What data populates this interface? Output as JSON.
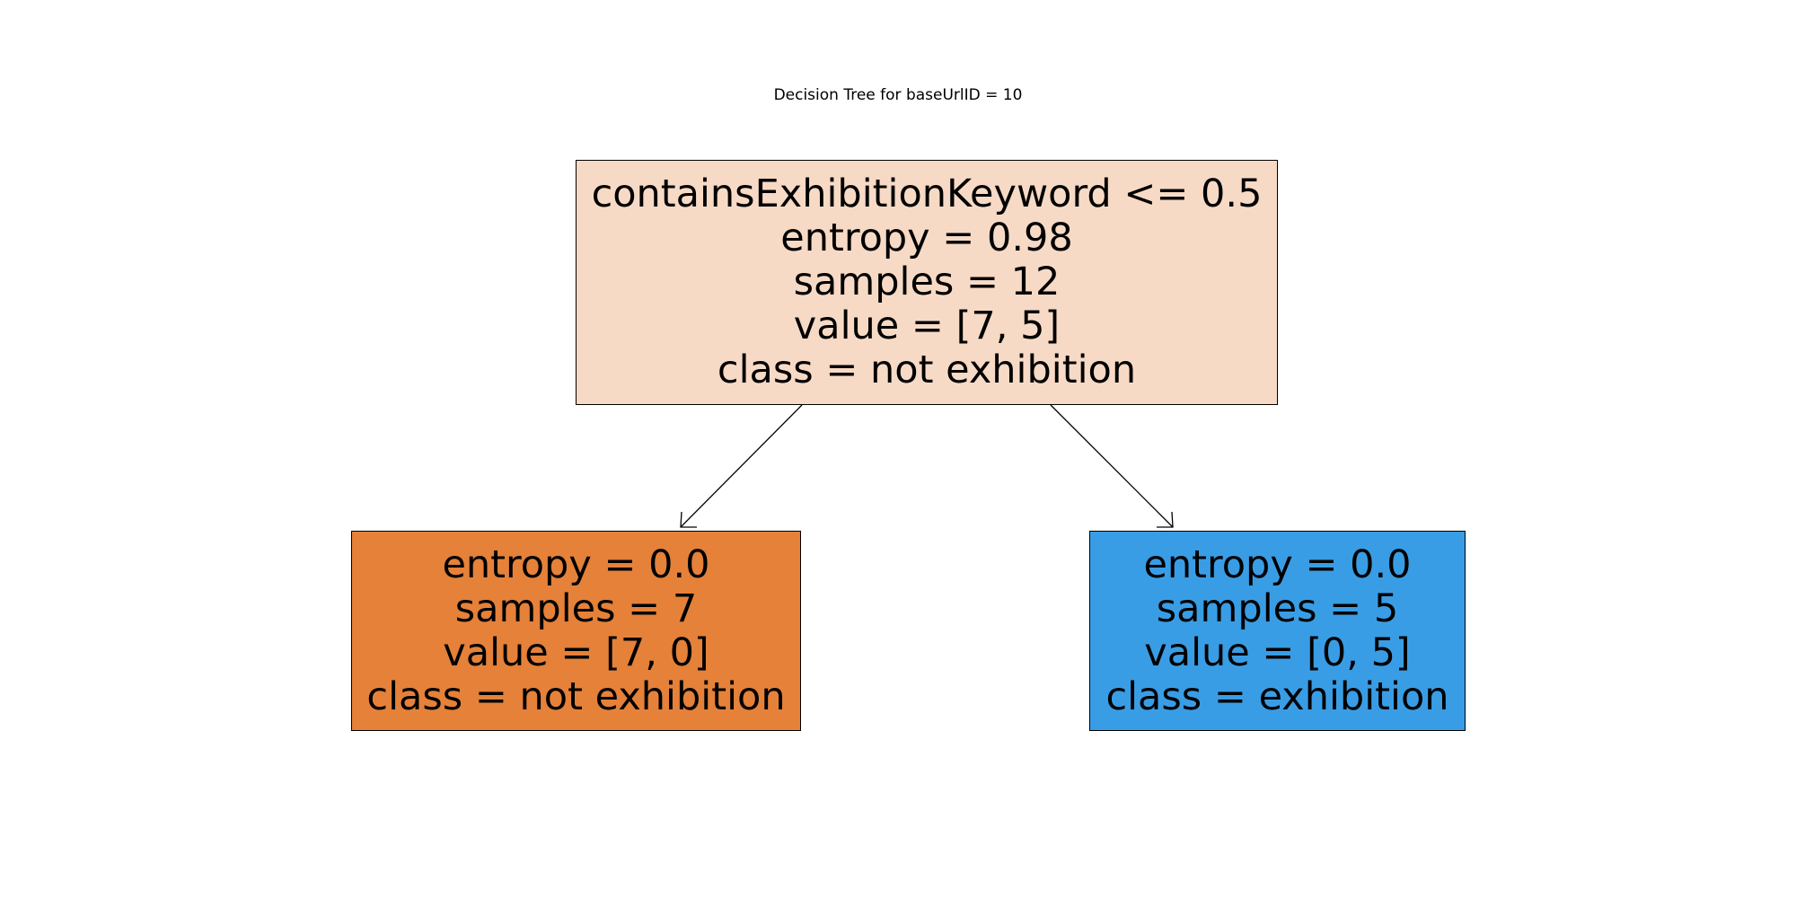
{
  "title": "Decision Tree for baseUrlID = 10",
  "tree": {
    "root": {
      "color": "#f7dac5",
      "lines": {
        "condition": "containsExhibitionKeyword <= 0.5",
        "entropy": "entropy = 0.98",
        "samples": "samples = 12",
        "value": "value = [7, 5]",
        "class": "class = not exhibition"
      }
    },
    "left": {
      "color": "#e58139",
      "lines": {
        "entropy": "entropy = 0.0",
        "samples": "samples = 7",
        "value": "value = [7, 0]",
        "class": "class = not exhibition"
      }
    },
    "right": {
      "color": "#399de5",
      "lines": {
        "entropy": "entropy = 0.0",
        "samples": "samples = 5",
        "value": "value = [0, 5]",
        "class": "class = exhibition"
      }
    },
    "edge_color": "#000000"
  }
}
